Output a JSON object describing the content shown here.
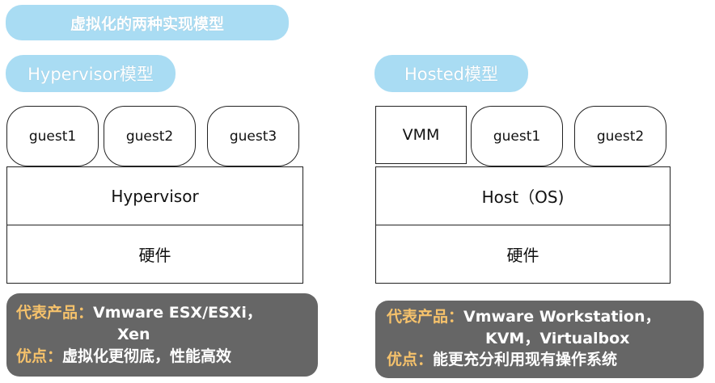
{
  "page_title": "虚拟化的两种实现模型",
  "left_model": {
    "title": "Hypervisor模型",
    "guests": [
      "guest1",
      "guest2",
      "guest3"
    ],
    "layers": [
      "Hypervisor",
      "硬件"
    ],
    "info": {
      "products_label": "代表产品：",
      "products_line1": "Vmware ESX/ESXi，",
      "products_line2": "Xen",
      "advantage_label": "优点：",
      "advantage_text": "虚拟化更彻底，性能高效"
    }
  },
  "right_model": {
    "title": "Hosted模型",
    "vmm": "VMM",
    "guests": [
      "guest1",
      "guest2"
    ],
    "layers": [
      "Host（OS)",
      "硬件"
    ],
    "info": {
      "products_label": "代表产品：",
      "products_line1": "Vmware Workstation，",
      "products_line2": "KVM，Virtualbox",
      "advantage_label": "优点：",
      "advantage_text": "能更充分利用现有操作系统"
    }
  },
  "colors": {
    "pill": "#a9dcf3",
    "info_box": "#666666",
    "label": "#f6c26b",
    "border": "#222222"
  }
}
